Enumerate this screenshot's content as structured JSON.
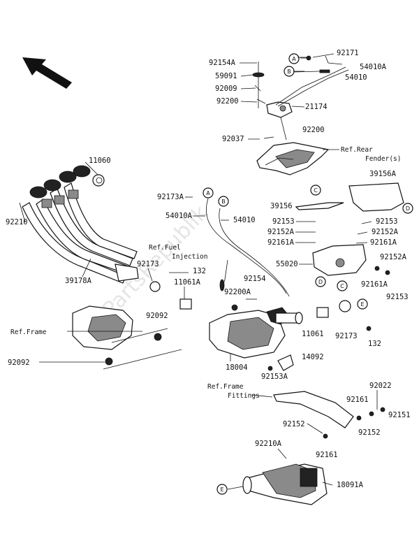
{
  "watermark": "PartsRepublik",
  "callouts": {
    "A": "A",
    "B": "B",
    "C": "C",
    "D": "D",
    "E": "E"
  },
  "labels": {
    "p92171": "92171",
    "p54010A_top": "54010A",
    "p54010_top": "54010",
    "p92154A": "92154A",
    "p59091": "59091",
    "p92009": "92009",
    "p92200_a": "92200",
    "p21174": "21174",
    "p92200_b": "92200",
    "p92037": "92037",
    "ref_rear_fender_1": "Ref.Rear",
    "ref_rear_fender_2": "Fender(s)",
    "p11060": "11060",
    "p92210": "92210",
    "p39178A": "39178A",
    "p92173A": "92173A",
    "p54010A_mid": "54010A",
    "p54010_mid": "54010",
    "p39156": "39156",
    "p39156A": "39156A",
    "p92153_l": "92153",
    "p92152A_l": "92152A",
    "p92161A_l": "92161A",
    "p92153_r": "92153",
    "p92152A_r": "92152A",
    "p92161A_r": "92161A",
    "ref_fuel_1": "Ref.Fuel",
    "ref_fuel_2": "Injection",
    "p92173_l": "92173",
    "p132_l": "132",
    "p11061A": "11061A",
    "p55020": "55020",
    "p92152A_r2": "92152A",
    "p92161A_r2": "92161A",
    "p92153_r2": "92153",
    "p92154": "92154",
    "p92200A": "92200A",
    "p92092_a": "92092",
    "ref_frame": "Ref.Frame",
    "p92092_b": "92092",
    "p11061": "11061",
    "p92173_r": "92173",
    "p132_r": "132",
    "p18004": "18004",
    "p14092": "14092",
    "p92153A": "92153A",
    "ref_frame_fit_1": "Ref.Frame",
    "ref_frame_fit_2": "Fittings",
    "p92022": "92022",
    "p92161_a": "92161",
    "p92151": "92151",
    "p92152_a": "92152",
    "p92152_b": "92152",
    "p92210A": "92210A",
    "p92161_b": "92161",
    "p18091A": "18091A"
  }
}
